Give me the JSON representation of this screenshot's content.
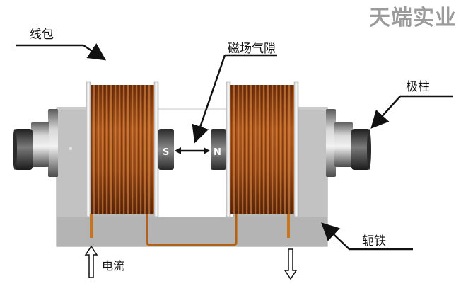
{
  "brand": "天端实业",
  "labels": {
    "coil": "线包",
    "air_gap": "磁场气隙",
    "pole": "极柱",
    "yoke": "轭铁",
    "current": "电流"
  },
  "pole_letters": {
    "south": "S",
    "north": "N"
  },
  "colors": {
    "coil_copper": "#9a4a16",
    "yoke_gray": "#b9b9b9",
    "wire": "#c7741f",
    "pole_dark": "#3a3a3a"
  }
}
